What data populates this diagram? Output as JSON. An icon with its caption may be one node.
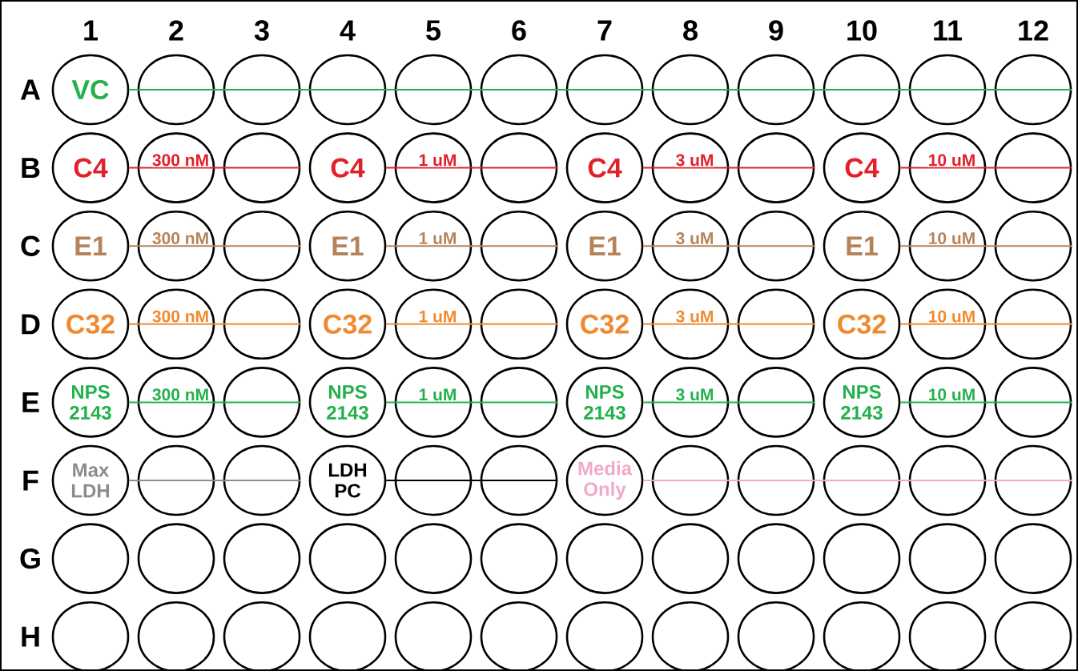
{
  "diagram": {
    "nodes": [
      {
        "text": [
          "VC"
        ]
      },
      {
        "text": [],
        "shape": "circle"
      },
      {
        "text": [],
        "shape": "circle"
      },
      {
        "text": [],
        "shape": "circle"
      },
      {
        "text": [],
        "shape": "circle"
      },
      {
        "text": [],
        "shape": "circle"
      },
      {
        "text": [],
        "shape": "circle"
      },
      {
        "text": [],
        "shape": "circle"
      },
      {
        "text": [],
        "shape": "circle"
      },
      {
        "text": [],
        "shape": "circle"
      },
      {
        "text": [],
        "shape": "circle"
      },
      {
        "text": [],
        "shape": "circle"
      },
      {
        "text": [
          "C4"
        ]
      },
      {
        "text": [],
        "shape": "circle"
      },
      {
        "text": [],
        "shape": "circle"
      },
      {
        "text": [
          "C4"
        ]
      },
      {
        "text": [],
        "shape": "circle"
      },
      {
        "text": [],
        "shape": "circle"
      },
      {
        "text": [
          "C4"
        ]
      },
      {
        "text": [],
        "shape": "circle"
      },
      {
        "text": [],
        "shape": "circle"
      },
      {
        "text": [
          "C4"
        ]
      },
      {
        "text": [],
        "shape": "circle"
      },
      {
        "text": [],
        "shape": "circle"
      },
      {
        "text": [
          "E1"
        ]
      },
      {
        "text": [],
        "shape": "circle"
      },
      {
        "text": [],
        "shape": "circle"
      },
      {
        "text": [
          "E1"
        ]
      },
      {
        "text": [],
        "shape": "circle"
      },
      {
        "text": [],
        "shape": "circle"
      },
      {
        "text": [
          "E1"
        ]
      },
      {
        "text": [],
        "shape": "circle"
      },
      {
        "text": [],
        "shape": "circle"
      },
      {
        "text": [
          "E1"
        ]
      },
      {
        "text": [],
        "shape": "circle"
      },
      {
        "text": [],
        "shape": "circle"
      },
      {
        "text": [
          "C32"
        ]
      },
      {
        "text": [],
        "shape": "circle"
      },
      {
        "text": [],
        "shape": "circle"
      },
      {
        "text": [
          "C32"
        ]
      },
      {
        "text": [],
        "shape": "circle"
      },
      {
        "text": [],
        "shape": "circle"
      },
      {
        "text": [
          "C32"
        ]
      },
      {
        "text": [],
        "shape": "circle"
      },
      {
        "text": [],
        "shape": "circle"
      },
      {
        "text": [
          "C32"
        ]
      },
      {
        "text": [],
        "shape": "circle"
      },
      {
        "text": [],
        "shape": "circle"
      },
      {
        "text": [
          "NPS 2143"
        ]
      },
      {
        "text": [],
        "shape": "circle"
      },
      {
        "text": [],
        "shape": "circle"
      },
      {
        "text": [
          "NPS 2143"
        ]
      },
      {
        "text": [],
        "shape": "circle"
      },
      {
        "text": [],
        "shape": "circle"
      },
      {
        "text": [
          "NPS 2143"
        ]
      },
      {
        "text": [],
        "shape": "circle"
      },
      {
        "text": [],
        "shape": "circle"
      },
      {
        "text": [
          "NPS 2143"
        ]
      },
      {
        "text": [],
        "shape": "circle"
      },
      {
        "text": [],
        "shape": "circle"
      },
      {
        "text": [
          "Max LDH"
        ]
      },
      {
        "text": [],
        "shape": "circle"
      },
      {
        "text": [],
        "shape": "circle"
      },
      {
        "text": [
          "LDH PC"
        ]
      },
      {
        "text": [],
        "shape": "circle"
      },
      {
        "text": [],
        "shape": "circle"
      },
      {
        "text": [
          "Media Only"
        ]
      },
      {
        "text": [],
        "shape": "circle"
      },
      {
        "text": [],
        "shape": "circle"
      },
      {
        "text": [],
        "shape": "circle"
      },
      {
        "text": [],
        "shape": "circle"
      },
      {
        "text": [],
        "shape": "circle"
      },
      {
        "text": [],
        "shape": "circle"
      },
      {
        "text": [],
        "shape": "circle"
      },
      {
        "text": [],
        "shape": "circle"
      },
      {
        "text": [],
        "shape": "circle"
      },
      {
        "text": [],
        "shape": "circle"
      },
      {
        "text": [],
        "shape": "circle"
      },
      {
        "text": [],
        "shape": "circle"
      },
      {
        "text": [],
        "shape": "circle"
      },
      {
        "text": [],
        "shape": "circle"
      },
      {
        "text": [],
        "shape": "circle"
      },
      {
        "text": [],
        "shape": "circle"
      },
      {
        "text": [],
        "shape": "circle"
      },
      {
        "text": [],
        "shape": "circle"
      },
      {
        "text": [],
        "shape": "circle"
      },
      {
        "text": [],
        "shape": "circle"
      },
      {
        "text": [],
        "shape": "circle"
      },
      {
        "text": [],
        "shape": "circle"
      },
      {
        "text": [],
        "shape": "circle"
      },
      {
        "text": [],
        "shape": "circle"
      },
      {
        "text": [],
        "shape": "circle"
      },
      {
        "text": [],
        "shape": "circle"
      },
      {
        "text": [],
        "shape": "circle"
      },
      {
        "text": [],
        "shape": "circle"
      },
      {
        "text": [],
        "shape": "circle"
      }
    ],
    "edges": [
      {
        "from": 0,
        "to": 1,
        "arrow": "none",
        "color": "#22b14c"
      },
      {
        "from": 0,
        "to": 2,
        "arrow": "none",
        "color": "#22b14c"
      },
      {
        "from": 0,
        "to": 3,
        "arrow": "none",
        "color": "#22b14c"
      },
      {
        "from": 0,
        "to": 4,
        "arrow": "none",
        "color": "#22b14c"
      },
      {
        "from": 0,
        "to": 5,
        "arrow": "none",
        "color": "#22b14c"
      },
      {
        "from": 0,
        "to": 6,
        "arrow": "none",
        "color": "#22b14c"
      },
      {
        "from": 0,
        "to": 7,
        "arrow": "none",
        "color": "#22b14c"
      },
      {
        "from": 0,
        "to": 8,
        "arrow": "none",
        "color": "#22b14c"
      },
      {
        "from": 0,
        "to": 9,
        "arrow": "none",
        "color": "#22b14c"
      },
      {
        "from": 0,
        "to": 10,
        "arrow": "none",
        "color": "#22b14c"
      },
      {
        "from": 0,
        "to": 11,
        "arrow": "none",
        "color": "#22b14c"
      },
      {
        "from": 12,
        "to": 13,
        "arrow": "none",
        "label": "300 nM",
        "color": "#e0202a"
      },
      {
        "from": 12,
        "to": 14,
        "arrow": "none",
        "color": "#e0202a"
      },
      {
        "from": 15,
        "to": 16,
        "arrow": "none",
        "label": "1 uM",
        "color": "#e0202a"
      },
      {
        "from": 15,
        "to": 17,
        "arrow": "none",
        "color": "#e0202a"
      },
      {
        "from": 18,
        "to": 19,
        "arrow": "none",
        "label": "3 uM",
        "color": "#e0202a"
      },
      {
        "from": 18,
        "to": 20,
        "arrow": "none",
        "color": "#e0202a"
      },
      {
        "from": 21,
        "to": 22,
        "arrow": "none",
        "label": "10 uM",
        "color": "#e0202a"
      },
      {
        "from": 21,
        "to": 23,
        "arrow": "none",
        "color": "#e0202a"
      },
      {
        "from": 24,
        "to": 25,
        "arrow": "none",
        "label": "300 nM",
        "color": "#b5835a"
      },
      {
        "from": 24,
        "to": 26,
        "arrow": "none",
        "color": "#b5835a"
      },
      {
        "from": 27,
        "to": 28,
        "arrow": "none",
        "label": "1 uM",
        "color": "#b5835a"
      },
      {
        "from": 27,
        "to": 29,
        "arrow": "none",
        "color": "#b5835a"
      },
      {
        "from": 30,
        "to": 31,
        "arrow": "none",
        "label": "3 uM",
        "color": "#b5835a"
      },
      {
        "from": 30,
        "to": 32,
        "arrow": "none",
        "color": "#b5835a"
      },
      {
        "from": 33,
        "to": 34,
        "arrow": "none",
        "label": "10 uM",
        "color": "#b5835a"
      },
      {
        "from": 33,
        "to": 35,
        "arrow": "none",
        "color": "#b5835a"
      },
      {
        "from": 36,
        "to": 37,
        "arrow": "none",
        "label": "300 nM",
        "color": "#f08a30"
      },
      {
        "from": 36,
        "to": 38,
        "arrow": "none",
        "color": "#f08a30"
      },
      {
        "from": 39,
        "to": 40,
        "arrow": "none",
        "label": "1 uM",
        "color": "#f08a30"
      },
      {
        "from": 39,
        "to": 41,
        "arrow": "none",
        "color": "#f08a30"
      },
      {
        "from": 42,
        "to": 43,
        "arrow": "none",
        "label": "3 uM",
        "color": "#f08a30"
      },
      {
        "from": 42,
        "to": 44,
        "arrow": "none",
        "color": "#f08a30"
      },
      {
        "from": 45,
        "to": 46,
        "arrow": "none",
        "label": "10 uM",
        "color": "#f08a30"
      },
      {
        "from": 45,
        "to": 47,
        "arrow": "none",
        "color": "#f08a30"
      },
      {
        "from": 48,
        "to": 49,
        "arrow": "none",
        "label": "300 nM",
        "color": "#22b14c"
      },
      {
        "from": 48,
        "to": 50,
        "arrow": "none",
        "color": "#22b14c"
      },
      {
        "from": 51,
        "to": 52,
        "arrow": "none",
        "label": "1 uM",
        "color": "#22b14c"
      },
      {
        "from": 51,
        "to": 53,
        "arrow": "none",
        "color": "#22b14c"
      },
      {
        "from": 54,
        "to": 55,
        "arrow": "none",
        "label": "3 uM",
        "color": "#22b14c"
      },
      {
        "from": 54,
        "to": 56,
        "arrow": "none",
        "color": "#22b14c"
      },
      {
        "from": 57,
        "to": 58,
        "arrow": "none",
        "label": "10 uM",
        "color": "#22b14c"
      },
      {
        "from": 57,
        "to": 59,
        "arrow": "none",
        "color": "#22b14c"
      },
      {
        "from": 60,
        "to": 61,
        "arrow": "none",
        "color": "#8c8c8c"
      },
      {
        "from": 60,
        "to": 62,
        "arrow": "none",
        "color": "#8c8c8c"
      },
      {
        "from": 63,
        "to": 64,
        "arrow": "none",
        "color": "#000000"
      },
      {
        "from": 63,
        "to": 65,
        "arrow": "none",
        "color": "#000000"
      },
      {
        "from": 66,
        "to": 67,
        "arrow": "none",
        "color": "#f2a9c9"
      },
      {
        "from": 66,
        "to": 68,
        "arrow": "none",
        "color": "#f2a9c9"
      },
      {
        "from": 66,
        "to": 69,
        "arrow": "none",
        "color": "#f2a9c9"
      },
      {
        "from": 66,
        "to": 70,
        "arrow": "none",
        "color": "#f2a9c9"
      },
      {
        "from": 66,
        "to": 71,
        "arrow": "none",
        "color": "#f2a9c9"
      }
    ],
    "labels": [
      "1",
      "2",
      "3",
      "4",
      "5",
      "6",
      "7",
      "8",
      "9",
      "10",
      "11",
      "12",
      "A",
      "B",
      "C",
      "D",
      "E",
      "F",
      "G",
      "H"
    ]
  }
}
